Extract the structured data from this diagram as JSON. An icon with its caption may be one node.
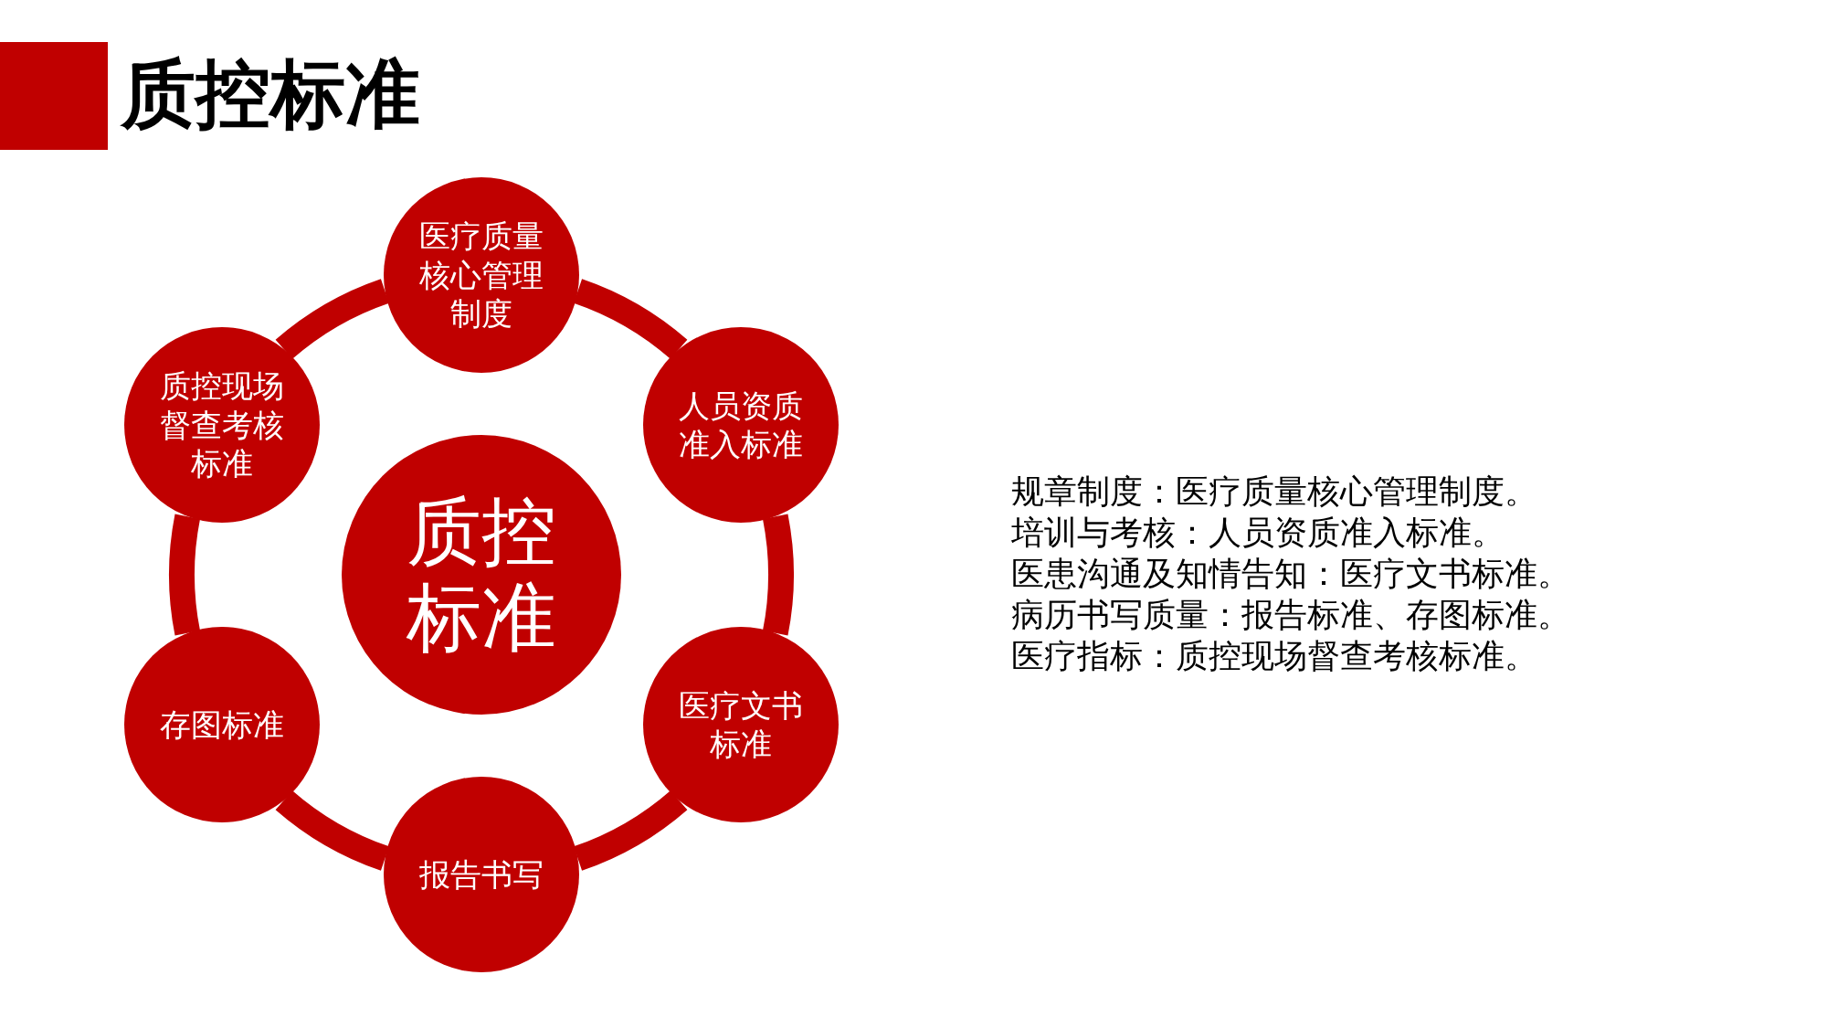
{
  "diagram": {
    "title": "质控标准",
    "nodes": [
      {
        "text": [
          "医疗质量核心管理制度"
        ]
      },
      {
        "text": [
          "人员资质准入标准"
        ]
      },
      {
        "text": [
          "医疗文书标准"
        ]
      },
      {
        "text": [
          "报告书写"
        ]
      },
      {
        "text": [
          "存图标准"
        ]
      },
      {
        "text": [
          "质控现场督查考核标准"
        ]
      },
      {
        "text": [
          "质控标准"
        ]
      },
      {
        "text": [],
        "shape": "box"
      }
    ],
    "edges": [
      {
        "from": 0,
        "to": 1,
        "arrow": "none"
      },
      {
        "from": 1,
        "to": 2,
        "arrow": "none"
      },
      {
        "from": 2,
        "to": 3,
        "arrow": "none"
      },
      {
        "from": 3,
        "to": 4,
        "arrow": "none"
      },
      {
        "from": 4,
        "to": 5,
        "arrow": "none"
      },
      {
        "from": 5,
        "to": 0,
        "arrow": "none"
      }
    ],
    "labels": [
      "规章制度：医疗质量核心管理制度。",
      "培训与考核：人员资质准入标准。",
      "医患沟通及知情告知：医疗文书标准。",
      "病历书写质量：报告标准、存图标准。",
      "医疗指标：质控现场督查考核标准。"
    ]
  }
}
